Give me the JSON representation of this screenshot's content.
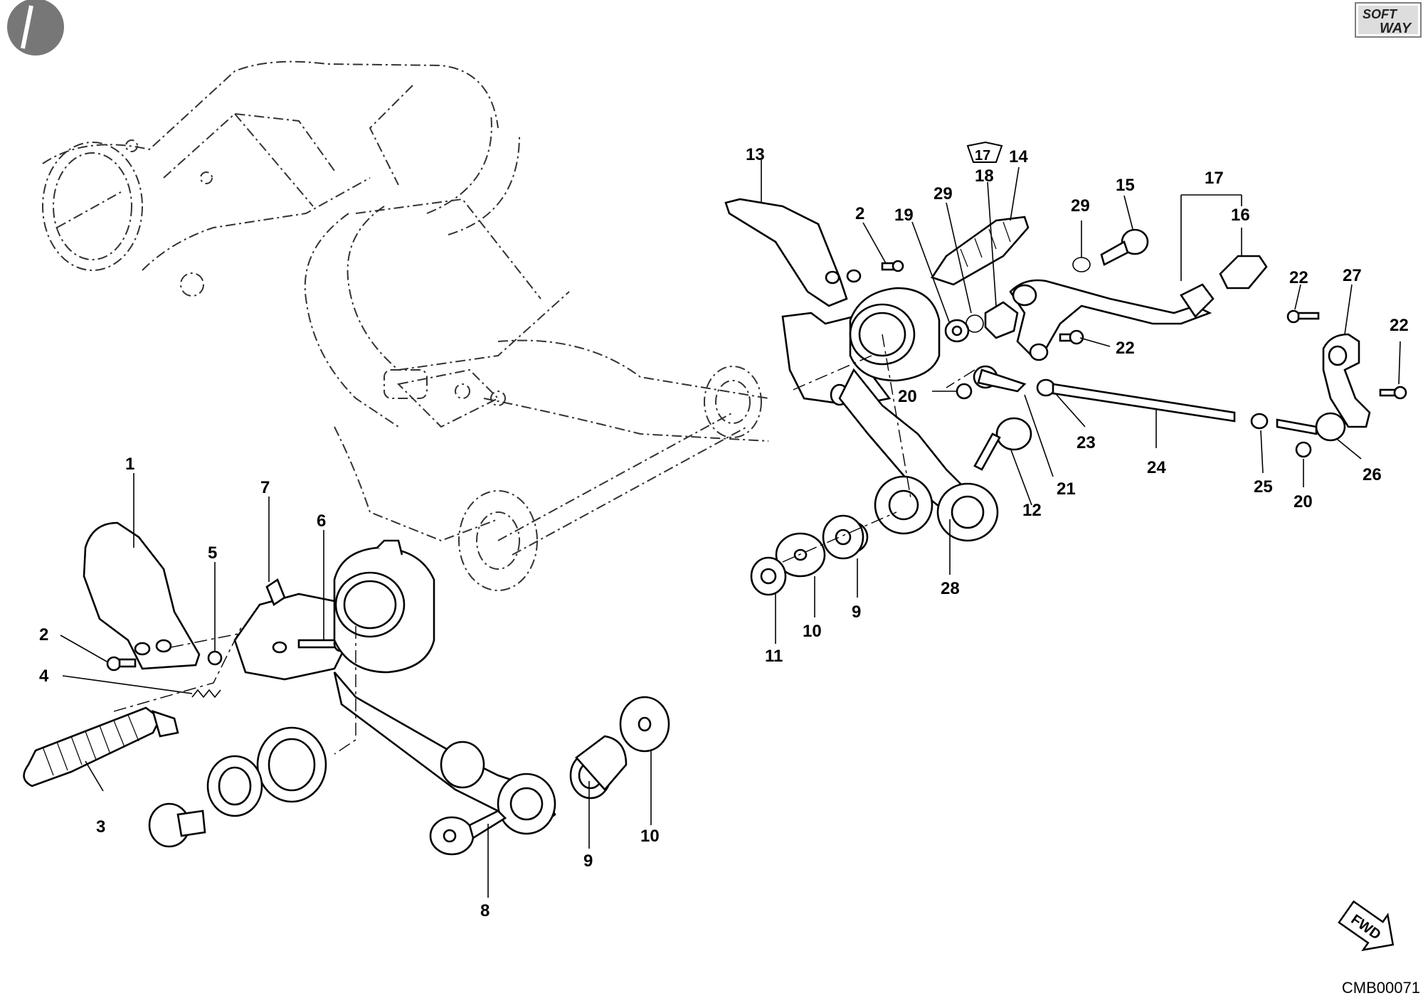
{
  "brand": {
    "line1": "SOFT",
    "line2": "WAY"
  },
  "reference_code": "CMB00071",
  "direction_label": "FWD",
  "kit_badge": "17",
  "callouts": [
    {
      "id": "c1",
      "text": "1"
    },
    {
      "id": "c2a",
      "text": "2"
    },
    {
      "id": "c2b",
      "text": "2"
    },
    {
      "id": "c3",
      "text": "3"
    },
    {
      "id": "c4",
      "text": "4"
    },
    {
      "id": "c5",
      "text": "5"
    },
    {
      "id": "c6",
      "text": "6"
    },
    {
      "id": "c7",
      "text": "7"
    },
    {
      "id": "c8",
      "text": "8"
    },
    {
      "id": "c9a",
      "text": "9"
    },
    {
      "id": "c9b",
      "text": "9"
    },
    {
      "id": "c10a",
      "text": "10"
    },
    {
      "id": "c10b",
      "text": "10"
    },
    {
      "id": "c11",
      "text": "11"
    },
    {
      "id": "c12",
      "text": "12"
    },
    {
      "id": "c13",
      "text": "13"
    },
    {
      "id": "c14",
      "text": "14"
    },
    {
      "id": "c15",
      "text": "15"
    },
    {
      "id": "c16",
      "text": "16"
    },
    {
      "id": "c17",
      "text": "17"
    },
    {
      "id": "c18",
      "text": "18"
    },
    {
      "id": "c19",
      "text": "19"
    },
    {
      "id": "c20a",
      "text": "20"
    },
    {
      "id": "c20b",
      "text": "20"
    },
    {
      "id": "c21",
      "text": "21"
    },
    {
      "id": "c22a",
      "text": "22"
    },
    {
      "id": "c22b",
      "text": "22"
    },
    {
      "id": "c22c",
      "text": "22"
    },
    {
      "id": "c23",
      "text": "23"
    },
    {
      "id": "c24",
      "text": "24"
    },
    {
      "id": "c25",
      "text": "25"
    },
    {
      "id": "c26",
      "text": "26"
    },
    {
      "id": "c27",
      "text": "27"
    },
    {
      "id": "c28",
      "text": "28"
    },
    {
      "id": "c29a",
      "text": "29"
    },
    {
      "id": "c29b",
      "text": "29"
    }
  ]
}
